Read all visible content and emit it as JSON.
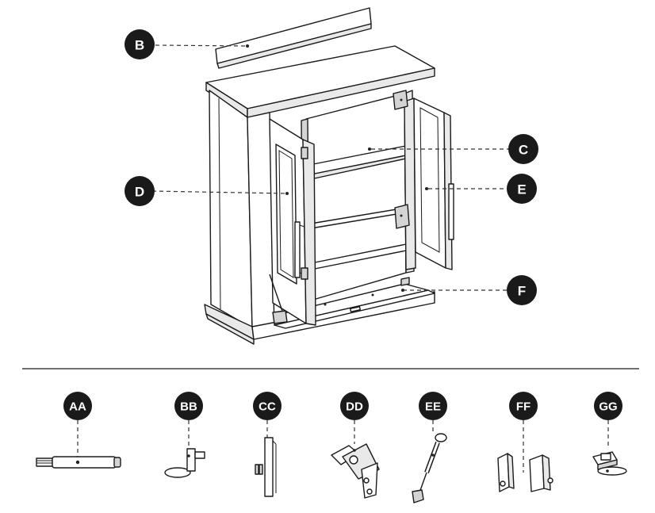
{
  "labels": {
    "B": "B",
    "C": "C",
    "D": "D",
    "E": "E",
    "F": "F"
  },
  "hardware": {
    "AA": "AA",
    "BB": "BB",
    "CC": "CC",
    "DD": "DD",
    "EE": "EE",
    "FF": "FF",
    "GG": "GG"
  },
  "colors": {
    "badge": "#1a1a1a",
    "line": "#1a1a1a",
    "background": "#ffffff"
  }
}
